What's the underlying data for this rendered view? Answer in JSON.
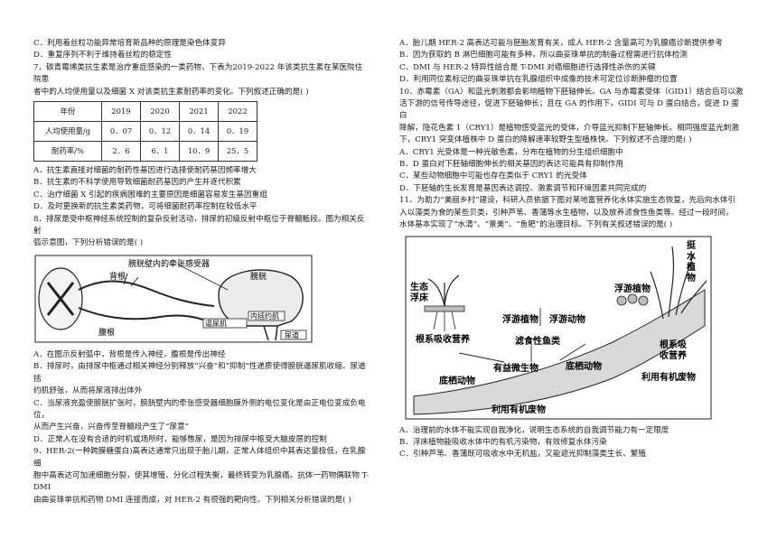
{
  "left": {
    "l1": "C．利用着丝粒功能异常培育新品种的原理是染色体变异",
    "l2": "D．重复序列不利于维持着丝粒的稳定性",
    "q7_l1": "7．碳青霉烯类抗生素是治疗重症感染的一类药物，下表为2019-2022 年该类抗生素在某医院住院患",
    "q7_l2": "者中的人均使用量以及细菌 X 对该类抗生素耐药率的变化。下列叙述正确的是(       )",
    "table": {
      "header": [
        "年份",
        "2019",
        "2020",
        "2021",
        "2022"
      ],
      "rows": [
        [
          "人均使用量/g",
          "0．07",
          "0．12",
          "0．14",
          "0．19"
        ],
        [
          "耐药率/%",
          "2．6",
          "6．1",
          "10．9",
          "25．5"
        ]
      ]
    },
    "q7_a": "A．抗生素直接对细菌的耐药性基因进行选择使耐药基因频率增大",
    "q7_b": "B．抗生素的不科学使用导致细菌耐药基因的产生并逐代积累",
    "q7_c": "C．治疗细菌 X 引起的疾病困难的主要原因是细菌容易发生基因重组",
    "q7_d": "D．及时更换新的抗生素类药物，可将细菌耐药率控制在较低水平",
    "q8_l1": "8．排尿是受中枢神经系统控制的复杂反射活动，排尿的初级反射中枢位于脊髓骶段。图为相关反射",
    "q8_l2": "弧示意图，下列分析错误的是(      )",
    "fig1": {
      "label_top": "膀胱壁内的牵张感受器",
      "label_back": "背根",
      "label_bladder": "膀胱",
      "label_belly": "腹根",
      "label_muscle": "逼尿肌",
      "label_sphincter": "内括约肌",
      "label_urethra": "尿道"
    },
    "q8_a": "A．在图示反射弧中，背根是传入神经，腹根是传出神经",
    "q8_b1": "B．排尿时，由排尿中枢通过相关神经分别释放“兴奋”和“抑制”性递质使得膀胱逼尿肌收缩、尿道括",
    "q8_b2": "约肌舒张，从而将尿液排出体外",
    "q8_c1": "C．当尿液充盈使膀胱扩张时，膀胱壁内的牵张感受器细胞膜外侧的电位变化是由正电位变成负电位，",
    "q8_c2": "从而产生兴奋，兴奋传至脊髓段产生了“尿意”",
    "q8_d": "D．正常人在没有合适的时机或场所时，能够憋尿，是因为排尿中枢受大脑皮层的控制",
    "q9_l1": "9．HER-2(一种跨膜糖蛋白)高表达通常只出现于胎儿期，正常人体组织中其表达量极低，在乳腺细",
    "q9_l2": "胞中高表达可加速细胞分裂，使其增殖、分化过程失衡，最终转变为乳腺癌。抗体一药物偶联物 T-DMI",
    "q9_l3": "由曲妥珠单抗和药物 DMI 连接而成，对 HER-2 有很强的靶向性。下列相关分析错误的是(       )"
  },
  "right": {
    "q9_a": "A．胎儿期 HER-2 高表达可能与胚胎发育有关，成人 HER-2 含量高可为乳腺癌诊断提供参考",
    "q9_b": "B．因为获取的 B 淋巴细胞可能有多种，所以曲妥珠单抗的制备过程需进行抗体检测",
    "q9_c": "C．DMI 与 HER-2 特异性结合是 T-DMI 对癌细胞进行选择性杀伤的关键",
    "q9_d": "D．利用同位素标记的曲妥珠单抗在乳腺组织中成像的技术可定位诊断肿瘤的位置",
    "q10_l1": "10．赤霉素（GA）和蓝光刺激都会影响植物下胚轴伸长。GA 与赤霉素受体（GID1）结合后可以激",
    "q10_l2": "活下游的信号传导途径，促进下胚轴伸长；且在 GA 的作用下，GIDI 可与 D 蛋白结合，促进 D 蛋白",
    "q10_l3": "降解，隐花色素 1（CRY1）是植物感受蓝光的受体，介导蓝光抑制下胚轴伸长。相同强度蓝光刺激",
    "q10_l4": "下，CRY1 突变体植株中 D 蛋白的降解速率较野生型植株快。下列叙述不合理的是(       )",
    "q10_a": "A．CRY1 光受体是一种光敏色素，分布在植物的分生组织细胞中",
    "q10_b": "B．D 蛋白对下胚轴细胞伸长的相关基因的表达可能具有抑制作用",
    "q10_c": "C．某些动物细胞中可能也存在类似于 CRY1 的光受体",
    "q10_d": "D．下胚轴的生长发育是基因表达调控、激素调节和环境因素共同完成的",
    "q11_l1": "11．为助力“美丽乡村”建设，科研人员依据下图对某地富营养化水体实施生态恢复，先后向水体引",
    "q11_l2": "入以藻类为食的某些贝类，引种芦苇、香蒲等水生植物，以及放养滤食性鱼类等。经过一段时间，",
    "q11_l3": "水体基本实现了“水清”、“景美”、“鱼肥”的治理目标。下列有关叙述错误的是(       )",
    "fig2": {
      "emergent": [
        "挺",
        "水",
        "植",
        "物"
      ],
      "float_bed": [
        "生态",
        "浮床"
      ],
      "root_absorb": "根系吸收营养",
      "phyto": "浮游植物",
      "zoo": "浮游动物",
      "floating_plant": "浮游植物",
      "filter_fish": "滤食性鱼类",
      "microbes": "有益微生物",
      "benthic_right": "底栖动物",
      "benthic_left": "底栖动物",
      "root_absorb_right": [
        "根系吸",
        "收营养"
      ],
      "organic_right": "利用有机废物",
      "organic_bottom": "利用有机废物"
    },
    "q11_a": "A．治理前的水体不能实现自我净化，说明生态系统的自我调节能力有一定限度",
    "q11_b": "B．浮床植物能吸收水体中的有机污染物，有效修复水体污染",
    "q11_c": "C．引种芦苇、香蒲既可吸收水中无机盐，又能遮光抑制藻类生长、繁殖"
  }
}
